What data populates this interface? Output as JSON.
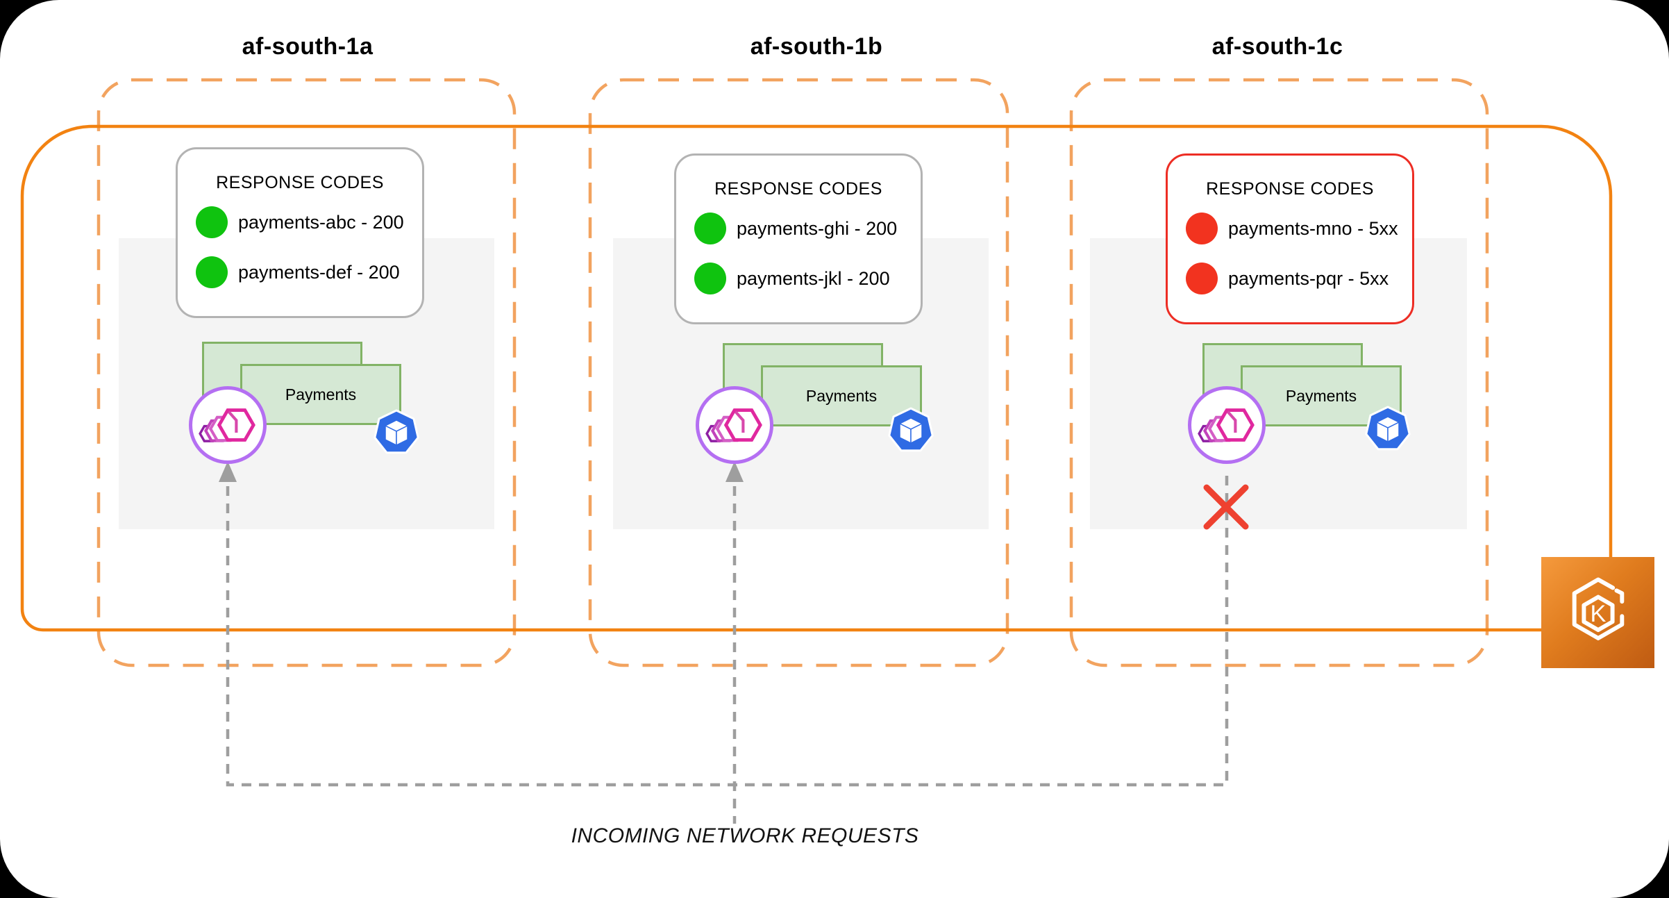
{
  "zones": [
    {
      "title": "af-south-1a",
      "response_codes": {
        "title": "RESPONSE CODES",
        "border_color": "#b3b3b3",
        "rows": [
          {
            "service": "payments-abc - 200",
            "status": "success",
            "dot_color": "#0fc30f"
          },
          {
            "service": "payments-def - 200",
            "status": "success",
            "dot_color": "#0fc30f"
          }
        ]
      },
      "deployment_label": "Payments",
      "traffic": "allowed"
    },
    {
      "title": "af-south-1b",
      "response_codes": {
        "title": "RESPONSE CODES",
        "border_color": "#b3b3b3",
        "rows": [
          {
            "service": "payments-ghi - 200",
            "status": "success",
            "dot_color": "#0fc30f"
          },
          {
            "service": "payments-jkl - 200",
            "status": "success",
            "dot_color": "#0fc30f"
          }
        ]
      },
      "deployment_label": "Payments",
      "traffic": "allowed"
    },
    {
      "title": "af-south-1c",
      "response_codes": {
        "title": "RESPONSE CODES",
        "border_color": "#ed2d24",
        "rows": [
          {
            "service": "payments-mno - 5xx",
            "status": "error",
            "dot_color": "#f2331f"
          },
          {
            "service": "payments-pqr - 5xx",
            "status": "error",
            "dot_color": "#f2331f"
          }
        ]
      },
      "deployment_label": "Payments",
      "traffic": "blocked"
    }
  ],
  "incoming_requests_label": "INCOMING NETWORK REQUESTS",
  "eks": {
    "letter": "K"
  },
  "colors": {
    "az_dashed_border": "#f2a35f",
    "cluster_border": "#f28211",
    "deployment_fill": "#d5e8d4",
    "deployment_border": "#82b366",
    "service_circle_border": "#b46ff2",
    "service_icon_pink": "#e0289f",
    "pod_blue": "#2f6be4",
    "arrow_gray": "#9e9e9e",
    "failure_x": "#ee4130",
    "zone_floor": "#f4f4f4",
    "success_green": "#0fc30f",
    "error_red": "#f2331f"
  }
}
